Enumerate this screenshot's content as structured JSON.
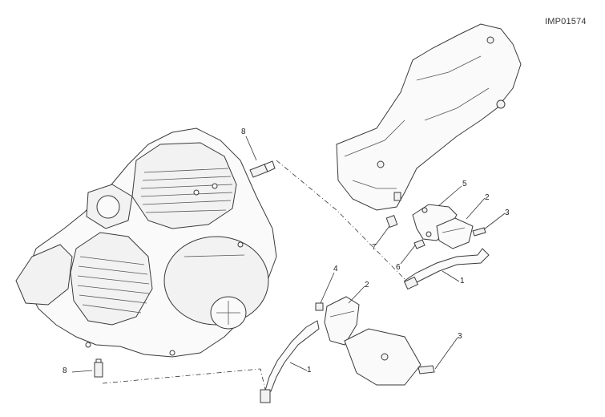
{
  "diagram": {
    "code": "IMP01574",
    "refs": [
      {
        "id": "ref-8-top",
        "label": "8"
      },
      {
        "id": "ref-8-bottom",
        "label": "8"
      },
      {
        "id": "ref-1-bottom",
        "label": "1"
      },
      {
        "id": "ref-1-right",
        "label": "1"
      },
      {
        "id": "ref-2-bottom",
        "label": "2"
      },
      {
        "id": "ref-2-right",
        "label": "2"
      },
      {
        "id": "ref-3-bottom",
        "label": "3"
      },
      {
        "id": "ref-3-right",
        "label": "3"
      },
      {
        "id": "ref-4",
        "label": "4"
      },
      {
        "id": "ref-5",
        "label": "5"
      },
      {
        "id": "ref-6",
        "label": "6"
      },
      {
        "id": "ref-7",
        "label": "7"
      }
    ]
  }
}
